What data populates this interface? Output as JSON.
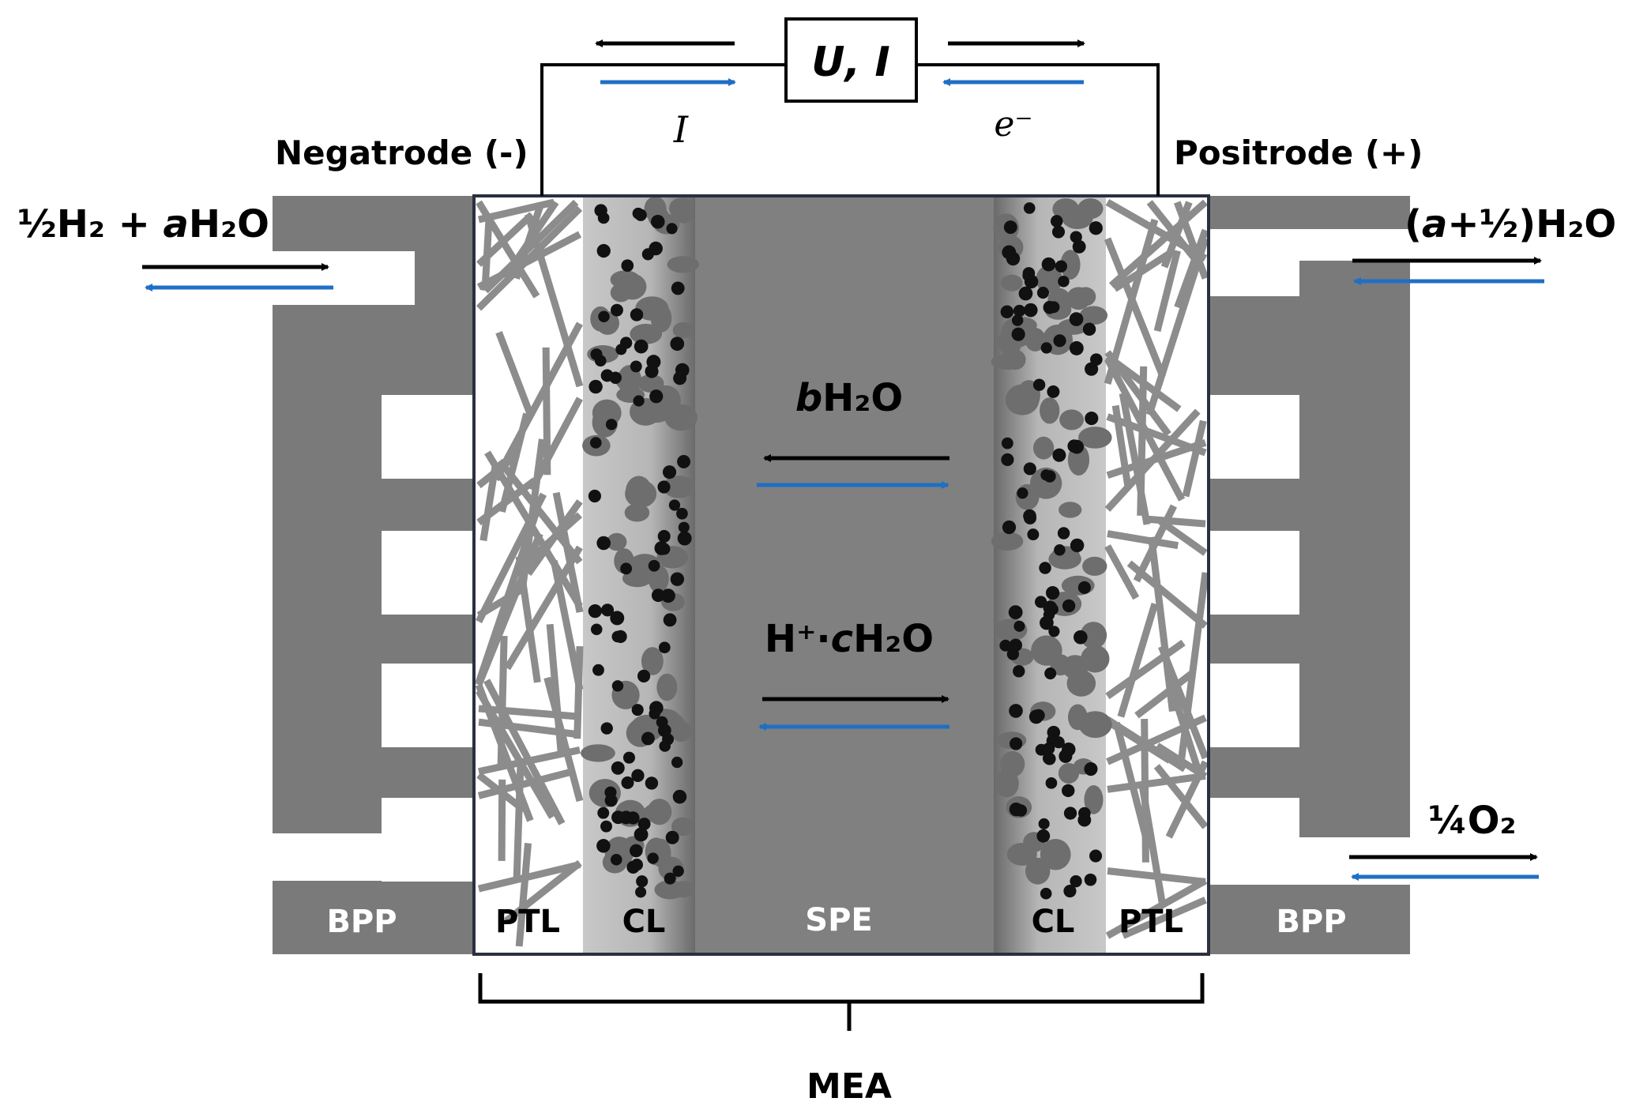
{
  "diagram": {
    "circuit": {
      "meter_label": "U, I",
      "current_label": "I",
      "electron_label": "e⁻"
    },
    "electrodes": {
      "negative": "Negatrode (-)",
      "positive": "Positrode (+)"
    },
    "streams": {
      "left_inlet": {
        "coef": "½H₂ + ",
        "var": "a",
        "rest": "H₂O"
      },
      "right_top": {
        "open": "(",
        "var": "a",
        "rest": "+½)H₂O"
      },
      "right_bottom": "¼O₂"
    },
    "membrane_transport": {
      "water": {
        "var": "b",
        "rest": "H₂O"
      },
      "proton": {
        "pre": "H⁺·",
        "var": "c",
        "rest": "H₂O"
      }
    },
    "layers": {
      "bpp_left": "BPP",
      "ptl_left": "PTL",
      "cl_left": "CL",
      "spe": "SPE",
      "cl_right": "CL",
      "ptl_right": "PTL",
      "bpp_right": "BPP"
    },
    "assembly_label": "MEA",
    "colors": {
      "plate": "#7a7a7a",
      "membrane": "#808080",
      "fiber": "#8c8c8c",
      "particle": "#111111",
      "blue_arrow": "#1f6fc4",
      "black_arrow": "#000000",
      "frame": "#2b3040"
    }
  }
}
